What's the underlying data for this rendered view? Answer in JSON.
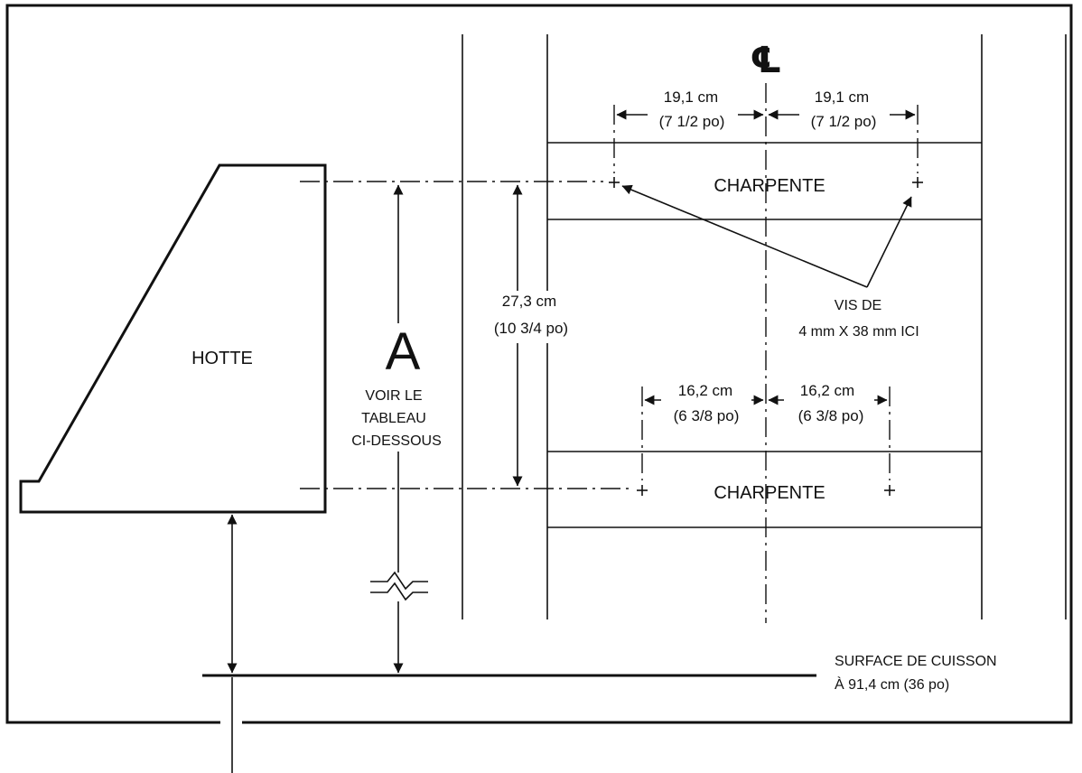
{
  "labels": {
    "centerline_symbol": "℄",
    "hood": "HOTTE",
    "framing_top": "CHARPENTE",
    "framing_bottom": "CHARPENTE",
    "dimension_letter": "A",
    "see_table_line1": "VOIR LE",
    "see_table_line2": "TABLEAU",
    "see_table_line3": "CI-DESSOUS",
    "screws_line1": "VIS DE",
    "screws_line2": "4 mm X 38 mm ICI",
    "cooking_surface_line1": "SURFACE DE CUISSON",
    "cooking_surface_line2": "À 91,4 cm (36 po)"
  },
  "dimensions": {
    "top_left": {
      "metric": "19,1 cm",
      "imperial": "(7 1/2 po)"
    },
    "top_right": {
      "metric": "19,1 cm",
      "imperial": "(7 1/2 po)"
    },
    "vertical": {
      "metric": "27,3 cm",
      "imperial": "(10 3/4 po)"
    },
    "bottom_left": {
      "metric": "16,2 cm",
      "imperial": "(6 3/8 po)"
    },
    "bottom_right": {
      "metric": "16,2 cm",
      "imperial": "(6 3/8 po)"
    }
  }
}
